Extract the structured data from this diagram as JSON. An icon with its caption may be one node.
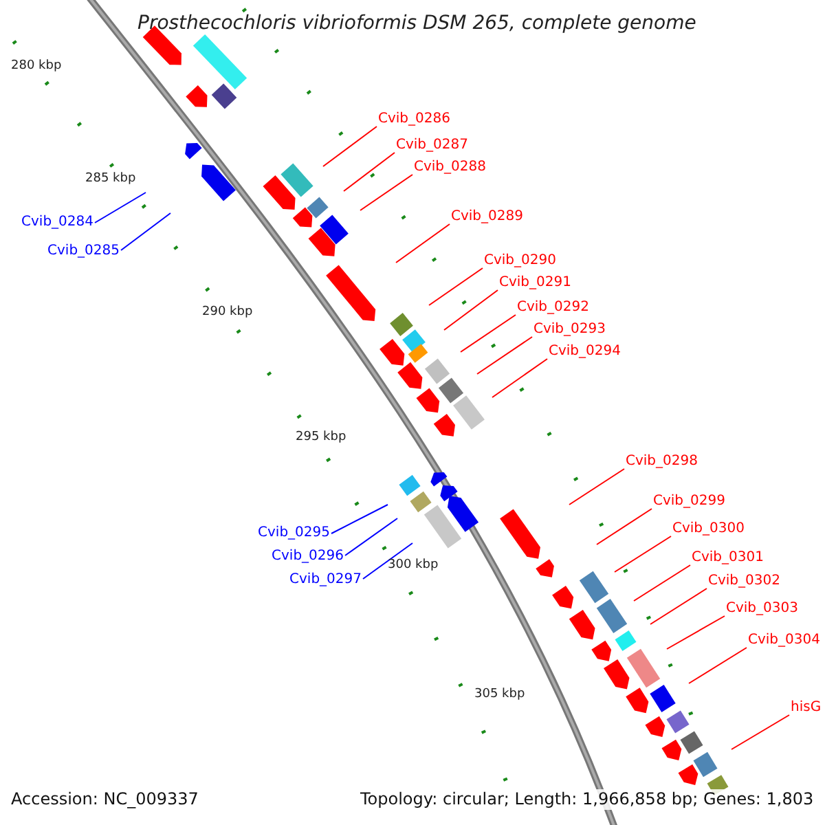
{
  "diagram": {
    "title": "Prosthecochloris vibrioformis DSM 265, complete genome",
    "nodes": [
      {
        "text": [
          "Cvib_0284"
        ]
      },
      {
        "text": [
          "Cvib_0285"
        ]
      },
      {
        "text": [
          "Cvib_0286"
        ]
      },
      {
        "text": [
          "Cvib_0287"
        ]
      },
      {
        "text": [
          "Cvib_0288"
        ]
      },
      {
        "text": [
          "Cvib_0289"
        ]
      },
      {
        "text": [
          "Cvib_0290"
        ]
      },
      {
        "text": [
          "Cvib_0291"
        ]
      },
      {
        "text": [
          "Cvib_0292"
        ]
      },
      {
        "text": [
          "Cvib_0293"
        ]
      },
      {
        "text": [
          "Cvib_0294"
        ]
      },
      {
        "text": [
          "Cvib_0295"
        ]
      },
      {
        "text": [
          "Cvib_0296"
        ]
      },
      {
        "text": [
          "Cvib_0297"
        ]
      },
      {
        "text": [
          "Cvib_0298"
        ]
      },
      {
        "text": [
          "Cvib_0299"
        ]
      },
      {
        "text": [
          "Cvib_0300"
        ]
      },
      {
        "text": [
          "Cvib_0301"
        ]
      },
      {
        "text": [
          "Cvib_0302"
        ]
      },
      {
        "text": [
          "Cvib_0303"
        ]
      },
      {
        "text": [
          "Cvib_0304"
        ]
      },
      {
        "text": [
          "hisG"
        ]
      }
    ],
    "edges": [
      {
        "from": 0,
        "to": null,
        "arrow": "none",
        "color": "#0000ff"
      },
      {
        "from": 1,
        "to": null,
        "arrow": "none",
        "color": "#0000ff"
      },
      {
        "from": 2,
        "to": null,
        "arrow": "none"
      },
      {
        "from": 3,
        "to": null,
        "arrow": "none"
      },
      {
        "from": 4,
        "to": null,
        "arrow": "none"
      },
      {
        "from": 5,
        "to": null,
        "arrow": "none"
      },
      {
        "from": 6,
        "to": null,
        "arrow": "none"
      },
      {
        "from": 7,
        "to": null,
        "arrow": "none"
      },
      {
        "from": 8,
        "to": null,
        "arrow": "none"
      },
      {
        "from": 9,
        "to": null,
        "arrow": "none"
      },
      {
        "from": 10,
        "to": null,
        "arrow": "none"
      },
      {
        "from": 11,
        "to": null,
        "arrow": "none",
        "color": "#0000ff"
      },
      {
        "from": 12,
        "to": null,
        "arrow": "none",
        "color": "#0000ff"
      },
      {
        "from": 13,
        "to": null,
        "arrow": "none",
        "color": "#0000ff"
      },
      {
        "from": 14,
        "to": null,
        "arrow": "none"
      },
      {
        "from": 15,
        "to": null,
        "arrow": "none"
      },
      {
        "from": 16,
        "to": null,
        "arrow": "none"
      },
      {
        "from": 17,
        "to": null,
        "arrow": "none"
      },
      {
        "from": 18,
        "to": null,
        "arrow": "none"
      },
      {
        "from": 19,
        "to": null,
        "arrow": "none"
      },
      {
        "from": 20,
        "to": null,
        "arrow": "none"
      },
      {
        "from": 21,
        "to": null,
        "arrow": "none"
      }
    ],
    "labels": [
      "280 kbp",
      "285 kbp",
      "290 kbp",
      "295 kbp",
      "300 kbp",
      "305 kbp",
      "Accession: NC_009337",
      "Topology: circular; Length: 1,966,858 bp; Genes: 1,803"
    ]
  }
}
